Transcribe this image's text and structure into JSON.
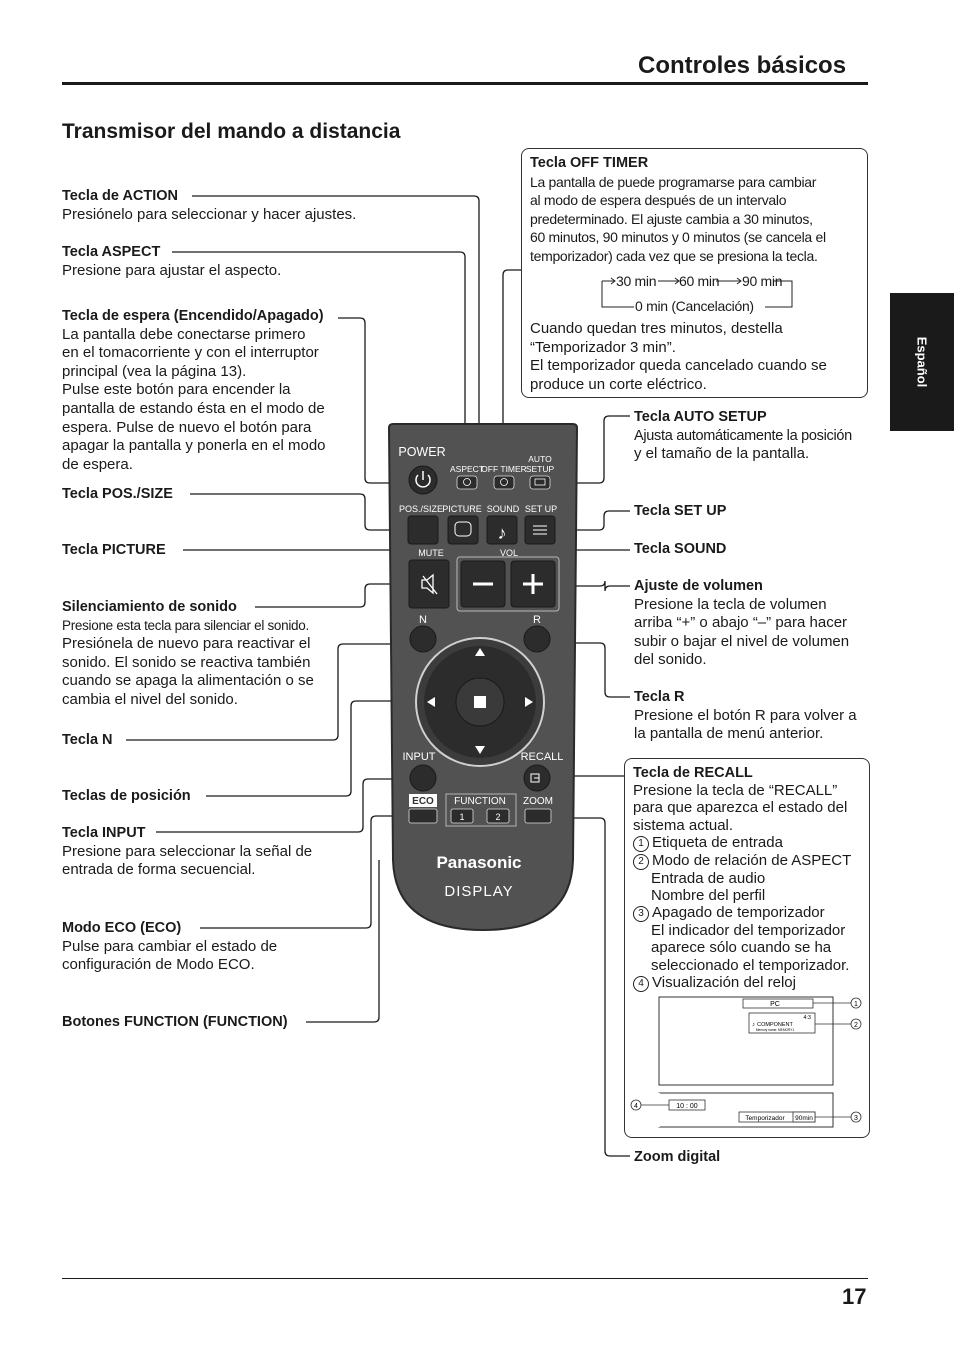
{
  "header": {
    "title": "Controles básicos",
    "section_title": "Transmisor del mando a distancia",
    "side_tab": "Español",
    "page_number": "17"
  },
  "left": {
    "action": {
      "title": "Tecla de ACTION",
      "text": "Presiónelo para seleccionar y hacer ajustes."
    },
    "aspect": {
      "title": "Tecla ASPECT",
      "text": "Presione para ajustar el aspecto."
    },
    "standby": {
      "title": "Tecla de espera (Encendido/Apagado)",
      "lines": [
        "La pantalla debe conectarse primero",
        "en el tomacorriente y con el interruptor",
        "principal (vea la página 13).",
        "Pulse este botón para encender la",
        "pantalla de estando ésta en el modo de",
        "espera. Pulse de nuevo el botón para",
        "apagar la pantalla y ponerla en el modo",
        "de espera."
      ]
    },
    "possize": {
      "title": "Tecla POS./SIZE"
    },
    "picture": {
      "title": "Tecla PICTURE"
    },
    "mute": {
      "title": "Silenciamiento de sonido",
      "small": "Presione esta tecla para silenciar el sonido.",
      "lines": [
        "Presiónela de nuevo para reactivar el",
        "sonido. El sonido se reactiva también",
        "cuando se apaga la alimentación o se",
        "cambia el nivel del sonido."
      ]
    },
    "n": {
      "title": "Tecla N"
    },
    "position": {
      "title": "Teclas de posición"
    },
    "input": {
      "title": "Tecla INPUT",
      "lines": [
        "Presione para seleccionar la señal de",
        "entrada de forma secuencial."
      ]
    },
    "eco": {
      "title": "Modo ECO (ECO)",
      "lines": [
        "Pulse para cambiar el estado de",
        "configuración de Modo ECO."
      ]
    },
    "function": {
      "title": "Botones FUNCTION (FUNCTION)"
    }
  },
  "right": {
    "offtimer": {
      "title": "Tecla OFF TIMER",
      "lines": [
        "La pantalla de puede programarse para cambiar",
        "al modo de espera después de un intervalo",
        "predeterminado. El ajuste cambia a 30 minutos,",
        "60 minutos, 90 minutos y 0 minutos (se cancela el",
        "temporizador) cada vez que se presiona la tecla."
      ],
      "cycle": [
        "30 min",
        "60 min",
        "90 min",
        "0 min (Cancelación)"
      ],
      "lines2": [
        "Cuando quedan tres minutos, destella",
        "“Temporizador 3 min”.",
        "El temporizador queda cancelado cuando se",
        "produce un corte eléctrico."
      ]
    },
    "autosetup": {
      "title": "Tecla AUTO SETUP",
      "lines": [
        "Ajusta automáticamente la posición",
        "y el tamaño de la pantalla."
      ]
    },
    "setup": {
      "title": "Tecla SET UP"
    },
    "sound": {
      "title": "Tecla SOUND"
    },
    "volume": {
      "title": "Ajuste de volumen",
      "lines": [
        "Presione la tecla de volumen",
        "arriba “+” o abajo “–” para hacer",
        "subir o bajar el nivel de volumen",
        "del sonido."
      ]
    },
    "r": {
      "title": "Tecla R",
      "lines": [
        "Presione el botón R para volver a",
        "la pantalla de menú anterior."
      ]
    },
    "recall": {
      "title": "Tecla de RECALL",
      "lines": [
        "Presione la tecla de “RECALL”",
        "para que aparezca el estado del",
        "sistema actual."
      ],
      "items": [
        {
          "num": "1",
          "lines": [
            "Etiqueta de entrada"
          ]
        },
        {
          "num": "2",
          "lines": [
            "Modo de relación de ASPECT",
            "Entrada de audio",
            "Nombre del perfil"
          ]
        },
        {
          "num": "3",
          "lines": [
            "Apagado de temporizador",
            "El indicador del temporizador",
            "aparece sólo cuando se ha",
            "seleccionado el temporizador."
          ]
        },
        {
          "num": "4",
          "lines": [
            "Visualización del reloj"
          ]
        }
      ],
      "screen": {
        "input": "PC",
        "aspect": "4:3",
        "audio": "COMPONENT",
        "profile": "Memory name: MEMORY1",
        "clock": "10 : 00",
        "timer_label": "Temporizador",
        "timer_value": "90min",
        "callouts": [
          "1",
          "2",
          "3",
          "4"
        ]
      }
    },
    "zoom": {
      "title": "Zoom digital"
    }
  },
  "remote": {
    "labels": {
      "power": "POWER",
      "aspect": "ASPECT",
      "offtimer": "OFF TIMER",
      "auto": "AUTO",
      "setup_top": "SETUP",
      "possize": "POS./SIZE",
      "picture": "PICTURE",
      "sound": "SOUND",
      "setup": "SET UP",
      "mute": "MUTE",
      "vol": "VOL",
      "n": "N",
      "r": "R",
      "input": "INPUT",
      "recall": "RECALL",
      "eco": "ECO",
      "function": "FUNCTION",
      "zoom": "ZOOM",
      "f1": "1",
      "f2": "2",
      "brand": "Panasonic",
      "model": "DISPLAY"
    },
    "colors": {
      "body": "#505050",
      "button": "#3a3a3a",
      "key": "#2c2c2c",
      "label": "#ffffff"
    }
  }
}
